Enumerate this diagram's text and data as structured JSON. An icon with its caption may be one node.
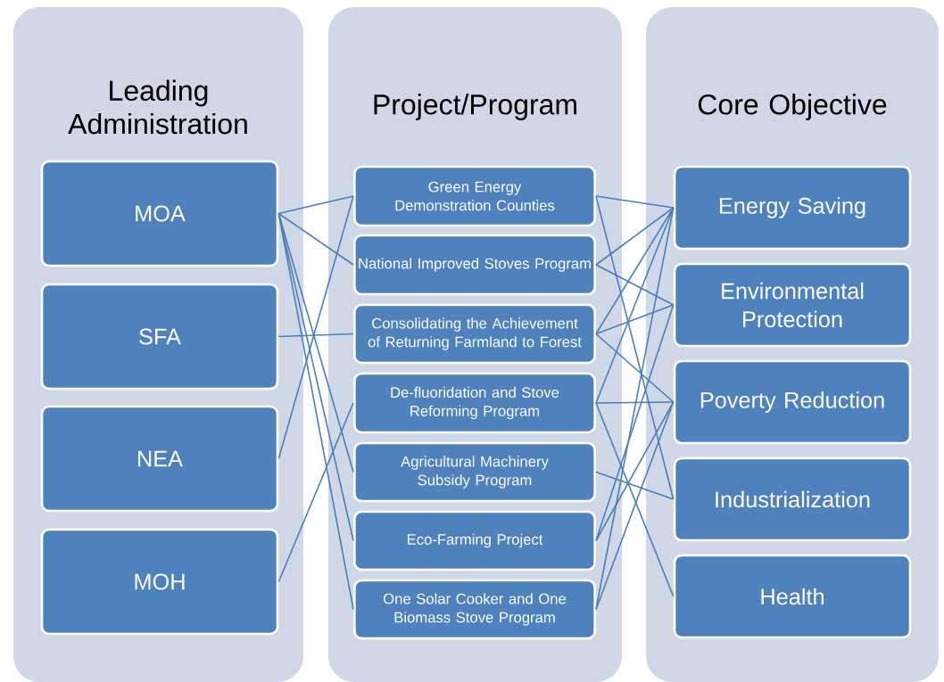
{
  "diagram": {
    "nodes": [
      {
        "text": [
          "Leading Administration"
        ]
      },
      {
        "text": [
          "MOA"
        ],
        "in": 0
      },
      {
        "text": [
          "SFA"
        ],
        "in": 0
      },
      {
        "text": [
          "NEA"
        ],
        "in": 0
      },
      {
        "text": [
          "MOH"
        ],
        "in": 0
      },
      {
        "text": [
          "Project/Program"
        ]
      },
      {
        "text": [
          "Green Energy Demonstration Counties"
        ],
        "in": 5
      },
      {
        "text": [
          "National Improved Stoves Program"
        ],
        "in": 5
      },
      {
        "text": [
          "Consolidating the Achievement of Returning Farmland to Forest"
        ],
        "in": 5
      },
      {
        "text": [
          "De-fluoridation and Stove Reforming Program"
        ],
        "in": 5
      },
      {
        "text": [
          "Agricultural Machinery Subsidy Program"
        ],
        "in": 5
      },
      {
        "text": [
          "Eco-Farming Project"
        ],
        "in": 5
      },
      {
        "text": [
          "One Solar Cooker and One Biomass Stove Program"
        ],
        "in": 5
      },
      {
        "text": [
          "Core Objective"
        ]
      },
      {
        "text": [
          "Energy Saving"
        ],
        "in": 13
      },
      {
        "text": [
          "Environmental Protection"
        ],
        "in": 13
      },
      {
        "text": [
          "Poverty Reduction"
        ],
        "in": 13
      },
      {
        "text": [
          "Industrialization"
        ],
        "in": 13
      },
      {
        "text": [
          "Health"
        ],
        "in": 13
      }
    ],
    "edges": [
      {
        "from": 1,
        "to": 6,
        "arrow": "none"
      },
      {
        "from": 1,
        "to": 7,
        "arrow": "none"
      },
      {
        "from": 1,
        "to": 10,
        "arrow": "none"
      },
      {
        "from": 1,
        "to": 11,
        "arrow": "none"
      },
      {
        "from": 1,
        "to": 12,
        "arrow": "none"
      },
      {
        "from": 2,
        "to": 8,
        "arrow": "none"
      },
      {
        "from": 3,
        "to": 6,
        "arrow": "none"
      },
      {
        "from": 4,
        "to": 9,
        "arrow": "none"
      },
      {
        "from": 6,
        "to": 14,
        "arrow": "none"
      },
      {
        "from": 6,
        "to": 17,
        "arrow": "none"
      },
      {
        "from": 7,
        "to": 14,
        "arrow": "none"
      },
      {
        "from": 7,
        "to": 15,
        "arrow": "none"
      },
      {
        "from": 8,
        "to": 14,
        "arrow": "none"
      },
      {
        "from": 8,
        "to": 15,
        "arrow": "none"
      },
      {
        "from": 8,
        "to": 16,
        "arrow": "none"
      },
      {
        "from": 9,
        "to": 14,
        "arrow": "none"
      },
      {
        "from": 9,
        "to": 16,
        "arrow": "none"
      },
      {
        "from": 9,
        "to": 18,
        "arrow": "none"
      },
      {
        "from": 10,
        "to": 17,
        "arrow": "none"
      },
      {
        "from": 11,
        "to": 15,
        "arrow": "none"
      },
      {
        "from": 11,
        "to": 16,
        "arrow": "none"
      },
      {
        "from": 12,
        "to": 14,
        "arrow": "none"
      },
      {
        "from": 12,
        "to": 16,
        "arrow": "none"
      }
    ]
  }
}
